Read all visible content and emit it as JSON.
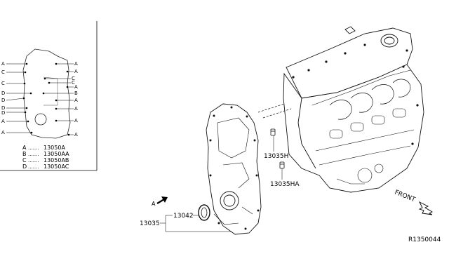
{
  "inset": {
    "letters_left": [
      "A",
      "C",
      "C",
      "D",
      "D",
      "D",
      "D",
      "A",
      "A"
    ],
    "letters_right": [
      "A",
      "A",
      "C",
      "C",
      "A",
      "B",
      "A",
      "A",
      "A",
      "A"
    ],
    "legend": [
      {
        "letter": "A",
        "dots": ".......",
        "part": "13050A"
      },
      {
        "letter": "B",
        "dots": ".......",
        "part": "13050AA"
      },
      {
        "letter": "C",
        "dots": ".......",
        "part": "13050AB"
      },
      {
        "letter": "D",
        "dots": ".......",
        "part": "13050AC"
      }
    ]
  },
  "callouts": {
    "view_arrow": "A",
    "part_13035H": "13035H",
    "part_13035HA": "13035HA",
    "part_13042": "13042",
    "part_13035": "13035"
  },
  "front_label": "FRONT",
  "diagram_id": "R1350044"
}
